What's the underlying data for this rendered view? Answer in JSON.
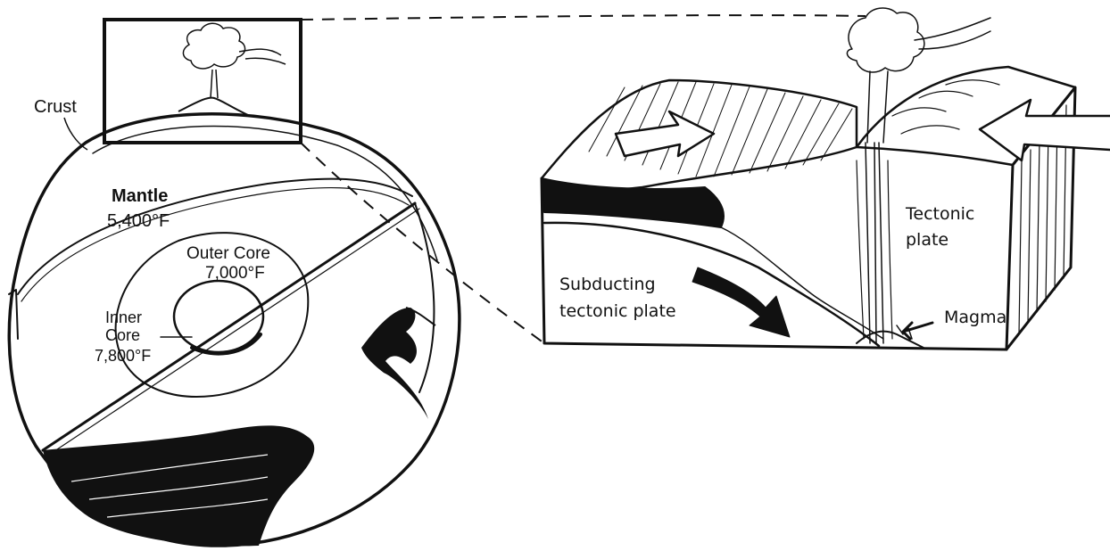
{
  "colors": {
    "ink": "#111111",
    "paper": "#ffffff"
  },
  "labels": {
    "crust": "Crust",
    "mantle": "Mantle",
    "mantle_temp": "5,400°F",
    "outer_core": "Outer Core",
    "outer_core_temp": "7,000°F",
    "inner": "Inner",
    "core": "Core",
    "inner_core_temp": "7,800°F",
    "subducting_line1": "Subducting",
    "subducting_line2": "tectonic plate",
    "tectonic_line1": "Tectonic",
    "tectonic_line2": "plate",
    "magma": "Magma"
  }
}
